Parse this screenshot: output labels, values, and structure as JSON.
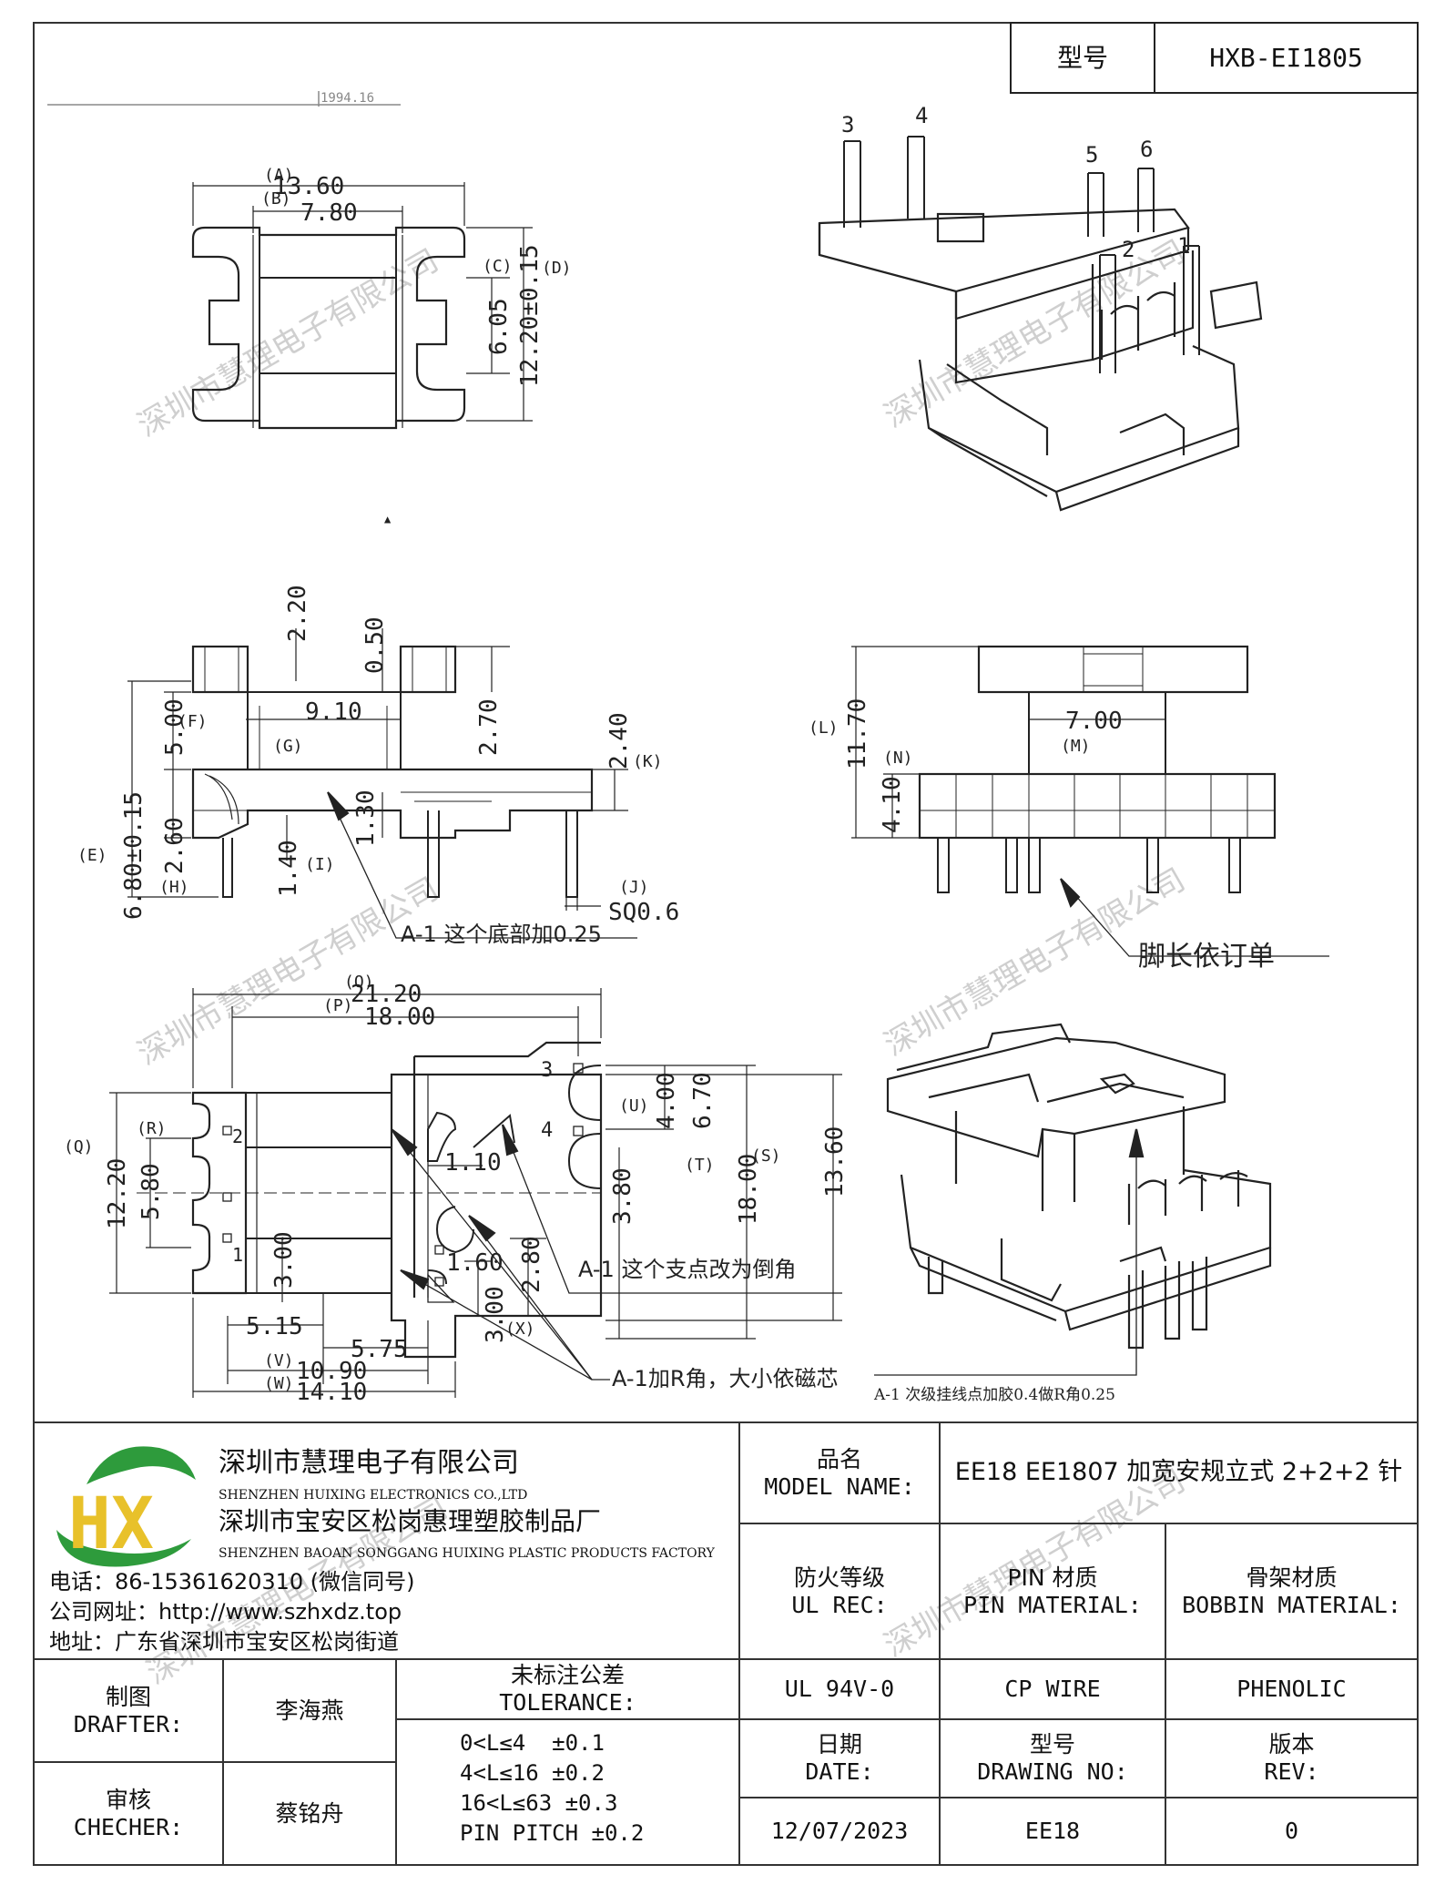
{
  "header": {
    "type_label": "型号",
    "type_value": "HXB-EI1805"
  },
  "dimensions": {
    "A": "(A)",
    "A_val": "13.60",
    "B": "(B)",
    "B_val": "7.80",
    "C": "(C)",
    "C_val": "6.05",
    "D": "(D)",
    "D_val": "12.20±0.15",
    "E": "(E)",
    "E_val": "6.80±0.15",
    "F": "(F)",
    "F_val": "5.00",
    "G": "(G)",
    "G_val": "9.10",
    "H": "(H)",
    "H_val": "2.60",
    "I": "(I)",
    "I_val": "1.40",
    "J": "(J)",
    "J_val": "SQ0.6",
    "K": "(K)",
    "K_val": "2.40",
    "top_220": "2.20",
    "top_050": "0.50",
    "top_270": "2.70",
    "top_130": "1.30",
    "L": "(L)",
    "L_val": "11.70",
    "M": "(M)",
    "M_val": "7.00",
    "N": "(N)",
    "N_val": "4.10",
    "O": "(O)",
    "O_val": "21.20",
    "P": "(P)",
    "P_val": "18.00",
    "Q": "(Q)",
    "Q_val": "12.20",
    "R": "(R)",
    "R_val": "5.80",
    "S": "(S)",
    "S_val": "18.00",
    "T": "(T)",
    "T_val": "3.80",
    "U": "(U)",
    "U_val": "4.00",
    "u_670": "6.70",
    "s_1360": "13.60",
    "V": "(V)",
    "V_val": "10.90",
    "W": "(W)",
    "W_val": "14.10",
    "X": "(X)",
    "X_val": "3.00",
    "b_110": "1.10",
    "b_160": "1.60",
    "b_280": "2.80",
    "b_300": "3.00",
    "b_515": "5.15",
    "b_575": "5.75"
  },
  "pins": {
    "p1": "1",
    "p2": "2",
    "p3": "3",
    "p4": "4",
    "p5": "5",
    "p6": "6"
  },
  "notes": {
    "bottom_add": "A-1 这个底部加0.25",
    "pin_length": "脚长依订单",
    "support_chamfer": "A-1 这个支点改为倒角",
    "r_corner": "A-1加R角，大小依磁芯",
    "wire_glue": "A-1 次级挂线点加胶0.4做R角0.25",
    "smudge": "1994.16"
  },
  "watermark": "深圳市慧理电子有限公司",
  "company": {
    "name_cn": "深圳市慧理电子有限公司",
    "name_en": "SHENZHEN HUIXING ELECTRONICS CO.,LTD",
    "factory_cn": "深圳市宝安区松岗惠理塑胶制品厂",
    "factory_en": "SHENZHEN BAOAN SONGGANG HUIXING PLASTIC PRODUCTS FACTORY",
    "phone": "电话：86-15361620310 (微信同号)",
    "website": "公司网址：http://www.szhxdz.top",
    "address": "地址：广东省深圳市宝安区松岗街道",
    "logo_text": "HX",
    "logo_green": "#2e9b3c",
    "logo_yellow": "#e8c12a"
  },
  "title_block": {
    "model_label_cn": "品名",
    "model_label_en": "MODEL NAME:",
    "model_value": "EE18 EE1807 加宽安规立式 2+2+2 针",
    "ul_label_cn": "防火等级",
    "ul_label_en": "UL REC:",
    "pin_label_cn": "PIN 材质",
    "pin_label_en": "PIN MATERIAL:",
    "bobbin_label_cn": "骨架材质",
    "bobbin_label_en": "BOBBIN MATERIAL:",
    "ul_value": "UL 94V-0",
    "pin_value": "CP WIRE",
    "bobbin_value": "PHENOLIC",
    "drafter_cn": "制图",
    "drafter_en": "DRAFTER:",
    "drafter_name": "李海燕",
    "checker_cn": "审核",
    "checker_en": "CHECHER:",
    "checker_name": "蔡铭舟",
    "tol_cn": "未标注公差",
    "tol_en": "TOLERANCE:",
    "tol1": "0<L≤4  ±0.1",
    "tol2": "4<L≤16 ±0.2",
    "tol3": "16<L≤63 ±0.3",
    "tol4": "PIN PITCH ±0.2",
    "date_cn": "日期",
    "date_en": "DATE:",
    "dwg_cn": "型号",
    "dwg_en": "DRAWING NO:",
    "rev_cn": "版本",
    "rev_en": "REV:",
    "date_value": "12/07/2023",
    "dwg_value": "EE18",
    "rev_value": "0"
  }
}
